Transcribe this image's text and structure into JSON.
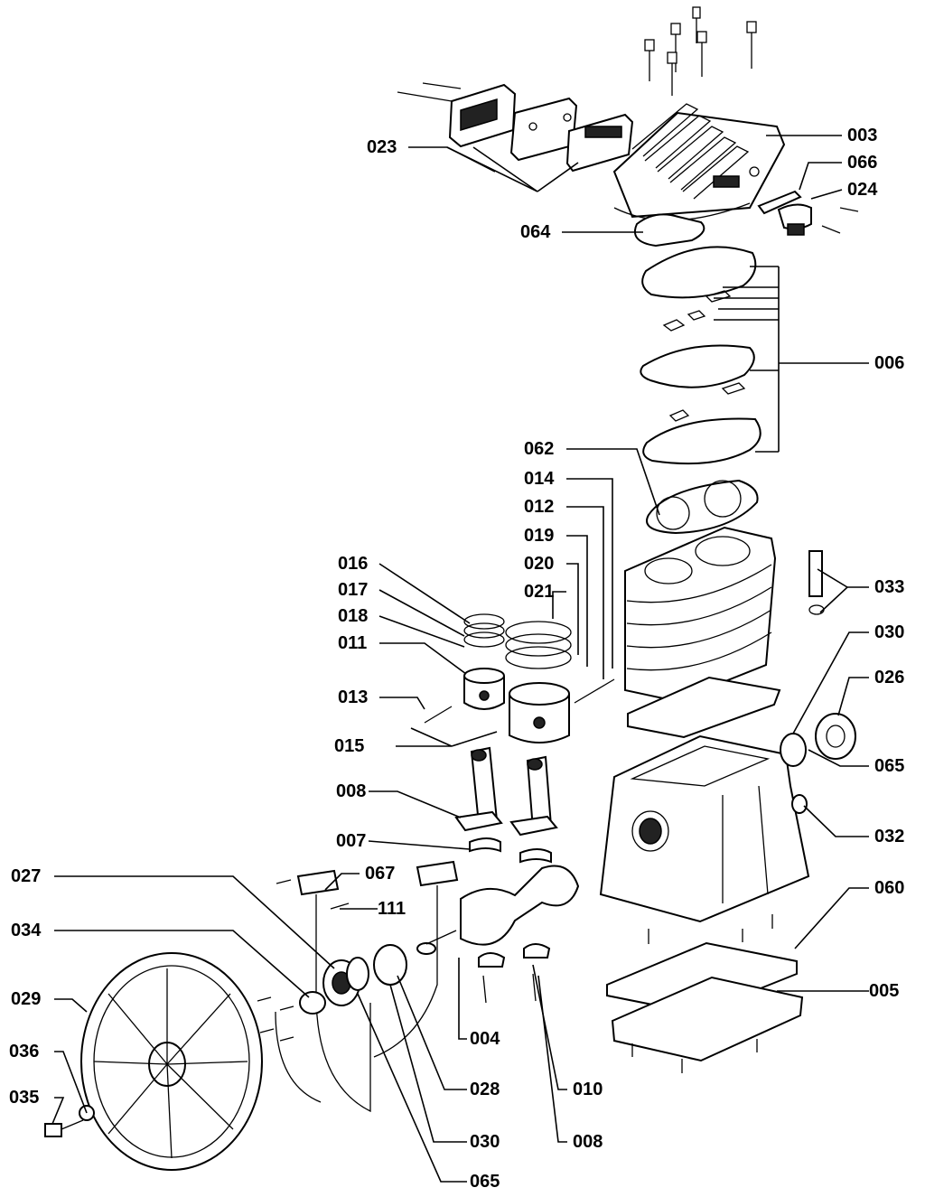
{
  "labels": {
    "l003": "003",
    "l066": "066",
    "l024": "024",
    "l023": "023",
    "l064": "064",
    "l006": "006",
    "l062": "062",
    "l014": "014",
    "l012": "012",
    "l019": "019",
    "l020": "020",
    "l021": "021",
    "l016": "016",
    "l017": "017",
    "l018": "018",
    "l011": "011",
    "l013": "013",
    "l015": "015",
    "l033": "033",
    "l030a": "030",
    "l026": "026",
    "l065a": "065",
    "l032": "032",
    "l008a": "008",
    "l007": "007",
    "l060": "060",
    "l005": "005",
    "l027": "027",
    "l067": "067",
    "l111": "111",
    "l034": "034",
    "l029": "029",
    "l036": "036",
    "l035": "035",
    "l004": "004",
    "l028": "028",
    "l010": "010",
    "l030b": "030",
    "l008b": "008",
    "l065b": "065"
  }
}
